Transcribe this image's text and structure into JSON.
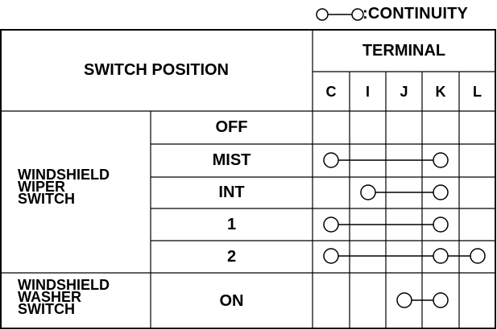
{
  "legend": {
    "label": ":CONTINUITY"
  },
  "header": {
    "switch_position": "SWITCH POSITION",
    "terminal": "TERMINAL",
    "terminals": [
      "C",
      "I",
      "J",
      "K",
      "L"
    ]
  },
  "groups": [
    {
      "name_lines": [
        "WINDSHIELD",
        "WIPER",
        "SWITCH"
      ],
      "rows": [
        {
          "position": "OFF",
          "continuity": []
        },
        {
          "position": "MIST",
          "continuity": [
            "C",
            "K"
          ]
        },
        {
          "position": "INT",
          "continuity": [
            "I",
            "K"
          ]
        },
        {
          "position": "1",
          "continuity": [
            "C",
            "K"
          ]
        },
        {
          "position": "2",
          "continuity": [
            "C",
            "K",
            "L"
          ]
        }
      ]
    },
    {
      "name_lines": [
        "WINDSHIELD",
        "WASHER",
        "SWITCH"
      ],
      "rows": [
        {
          "position": "ON",
          "continuity": [
            "J",
            "K"
          ]
        }
      ]
    }
  ]
}
